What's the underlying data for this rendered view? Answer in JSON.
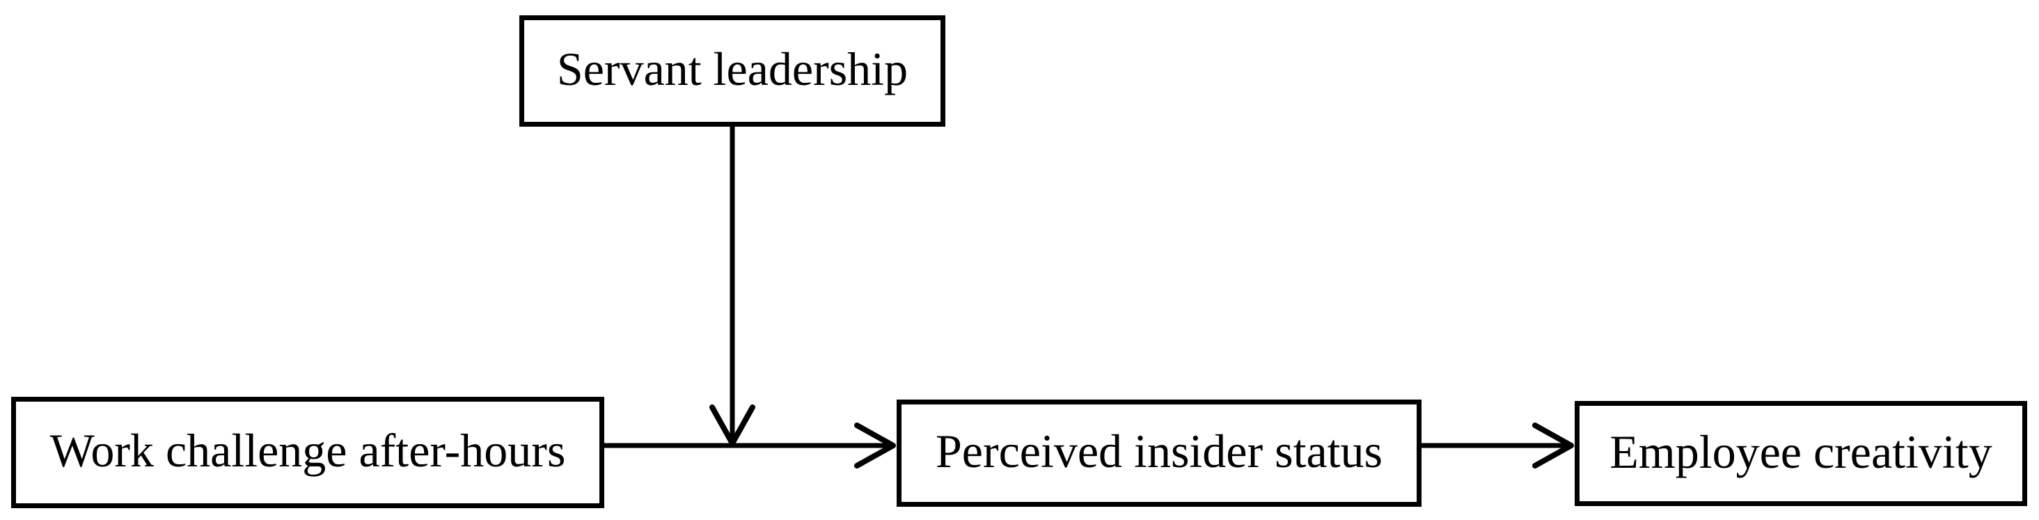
{
  "diagram": {
    "background_color": "#ffffff",
    "stroke_color": "#000000",
    "nodes": {
      "servant_leadership": {
        "label": "Servant leadership"
      },
      "work_challenge": {
        "label": "Work challenge after-hours"
      },
      "perceived_insider_status": {
        "label": "Perceived insider status"
      },
      "employee_creativity": {
        "label": "Employee creativity"
      }
    },
    "edges": [
      {
        "from": "work_challenge",
        "to": "perceived_insider_status",
        "style": "open-arrow",
        "direction": "right"
      },
      {
        "from": "perceived_insider_status",
        "to": "employee_creativity",
        "style": "open-arrow",
        "direction": "right"
      },
      {
        "from": "servant_leadership",
        "to": "edge(work_challenge->perceived_insider_status)",
        "style": "open-arrow",
        "direction": "down"
      }
    ]
  }
}
